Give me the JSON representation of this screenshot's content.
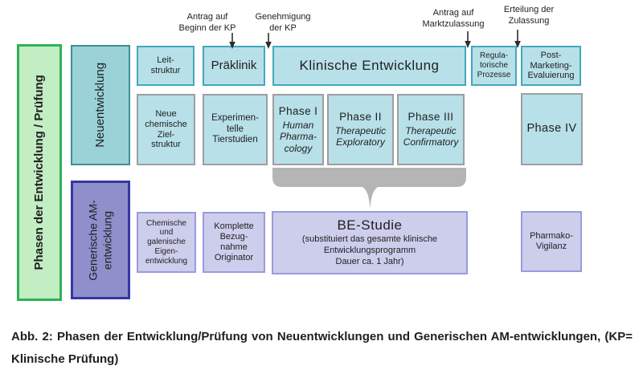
{
  "sidebar": {
    "label": "Phasen der Entwicklung / Prüfung"
  },
  "lanes": {
    "neuentwicklung": {
      "label": "Neuentwicklung"
    },
    "generisch": {
      "label": "Generische AM-\nentwicklung"
    }
  },
  "annotations": {
    "antrag_kp": {
      "label": "Antrag auf\nBeginn der KP"
    },
    "genehmigung_kp": {
      "label": "Genehmigung\nder KP"
    },
    "antrag_marktzulassung": {
      "label": "Antrag auf\nMarktzulassung"
    },
    "erteilung_zulassung": {
      "label": "Erteilung der\nZulassung"
    }
  },
  "boxes": {
    "leitstruktur": {
      "label": "Leit-\nstruktur"
    },
    "praeklinik": {
      "label": "Präklinik"
    },
    "klinische_entwicklung": {
      "label": "Klinische Entwicklung"
    },
    "regulatorische_prozesse": {
      "label": "Regula-\ntorische\nProzesse"
    },
    "post_marketing": {
      "label": "Post-\nMarketing-\nEvaluierung"
    },
    "neue_chemische": {
      "label": "Neue\nchemische\nZiel-\nstruktur"
    },
    "experimentelle": {
      "label": "Experimen-\ntelle\nTierstudien"
    },
    "phase1": {
      "title": "Phase I",
      "subtitle": "Human\nPharma-\ncology"
    },
    "phase2": {
      "title": "Phase II",
      "subtitle": "Therapeutic\nExploratory"
    },
    "phase3": {
      "title": "Phase III",
      "subtitle": "Therapeutic\nConfirmatory"
    },
    "phase4": {
      "label": "Phase IV"
    },
    "chemische": {
      "label": "Chemische\nund\ngalenische\nEigen-\nentwicklung"
    },
    "komplette": {
      "label": "Komplette\nBezug-\nnahme\nOriginator"
    },
    "be_studie": {
      "title": "BE-Studie",
      "subtitle": "(substituiert das gesamte klinische\nEntwicklungsprogramm\nDauer ca. 1 Jahr)"
    },
    "pharmako": {
      "label": "Pharmako-\nVigilanz"
    }
  },
  "caption": {
    "line1": "Abb. 2: Phasen der Entwicklung/Prüfung von Neuentwicklungen und Generischen AM-entwicklungen, (KP=",
    "line2": "Klinische Prüfung)"
  },
  "palette": {
    "green_fill": "#c3edc3",
    "green_border": "#2db357",
    "teal_header_fill": "#9ad2d8",
    "teal_header_border": "#3d8f99",
    "purple_header_fill": "#8f8fcc",
    "purple_header_border": "#3636a3",
    "teal_box_fill": "#b7e0e8",
    "teal_box_border": "#42a9bc",
    "gray_box_border": "#9e9e9e",
    "purple_box_fill": "#cdcdec",
    "purple_box_border": "#9a9ade",
    "brace_gray": "#b5b5b5",
    "arrow_color": "#2e2e2e"
  }
}
